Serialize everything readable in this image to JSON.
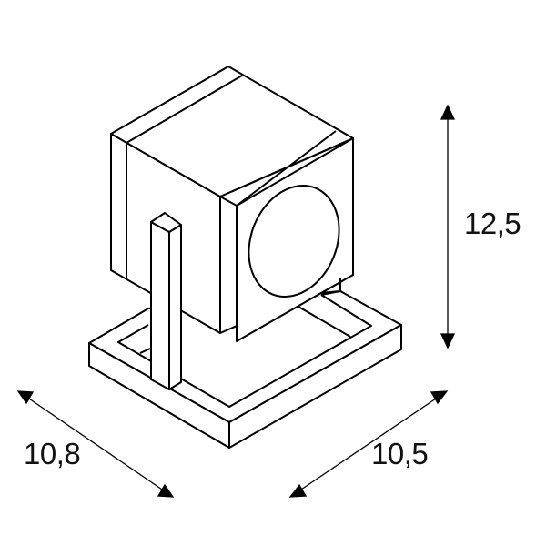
{
  "drawing": {
    "subject": "cube spotlight on square base",
    "line_color": "#000000",
    "background": "#ffffff"
  },
  "dimensions": {
    "height": {
      "label": "12,5",
      "axis": "vertical"
    },
    "depth": {
      "label": "10,8",
      "axis": "left-diagonal"
    },
    "width": {
      "label": "10,5",
      "axis": "right-diagonal"
    }
  }
}
